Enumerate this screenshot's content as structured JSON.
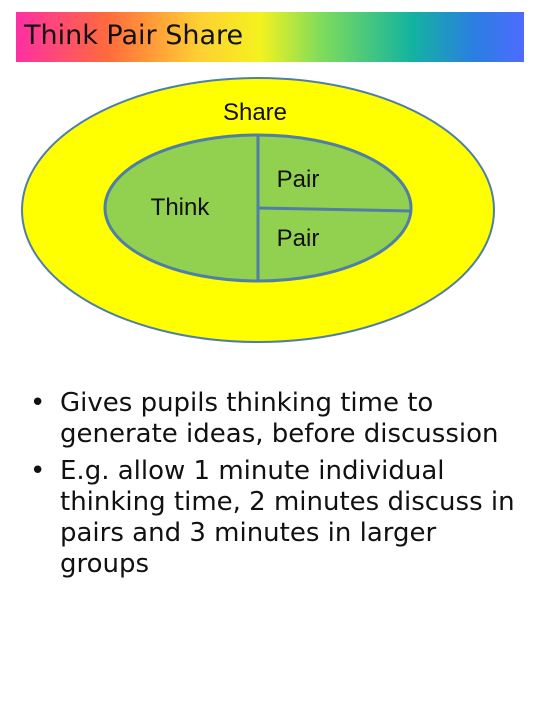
{
  "header": {
    "title": "Think Pair Share",
    "gradient_colors": [
      "#ff2fa3",
      "#ff6a3d",
      "#ffcf33",
      "#f4f21f",
      "#7fdc5b",
      "#13b3a0",
      "#2a7fe0",
      "#4e6bff"
    ]
  },
  "diagram": {
    "outer_label": "Share",
    "inner_left_label": "Think",
    "inner_right_top_label": "Pair",
    "inner_right_bottom_label": "Pair",
    "colors": {
      "outer_fill": "#ffff00",
      "inner_fill": "#92d050",
      "outline": "#4f7fa6"
    }
  },
  "bullets": [
    {
      "marker": "•",
      "text": "Gives pupils thinking time to generate ideas, before discussion"
    },
    {
      "marker": "•",
      "text": "E.g. allow 1 minute individual thinking time, 2 minutes discuss in pairs and 3 minutes in larger groups"
    }
  ]
}
